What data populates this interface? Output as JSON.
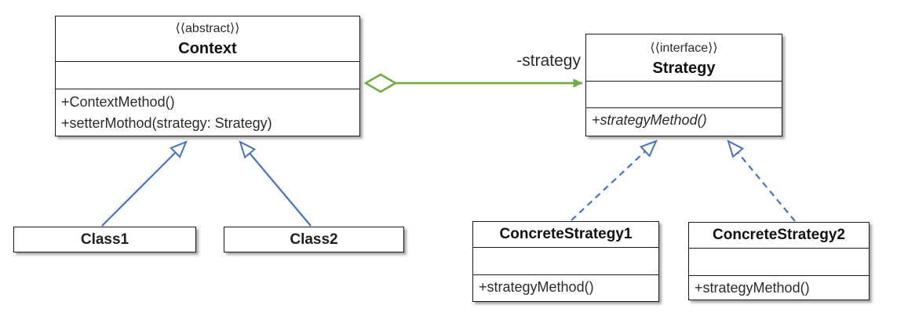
{
  "colors": {
    "inheritance_blue": "#4472c4",
    "aggregation_green": "#70ad47",
    "box_border": "#1a1a1a"
  },
  "classes": {
    "context": {
      "stereotype": "⟨⟨abstract⟩⟩",
      "name": "Context",
      "methods": [
        "+ContextMethod()",
        "+setterMothod(strategy: Strategy)"
      ]
    },
    "strategy": {
      "stereotype": "⟨⟨interface⟩⟩",
      "name": "Strategy",
      "methods": [
        "+strategyMethod()"
      ]
    },
    "class1": {
      "name": "Class1"
    },
    "class2": {
      "name": "Class2"
    },
    "concrete1": {
      "name": "ConcreteStrategy1",
      "methods": [
        "+strategyMethod()"
      ]
    },
    "concrete2": {
      "name": "ConcreteStrategy2",
      "methods": [
        "+strategyMethod()"
      ]
    }
  },
  "relationships": {
    "aggregation_label": "-strategy"
  }
}
